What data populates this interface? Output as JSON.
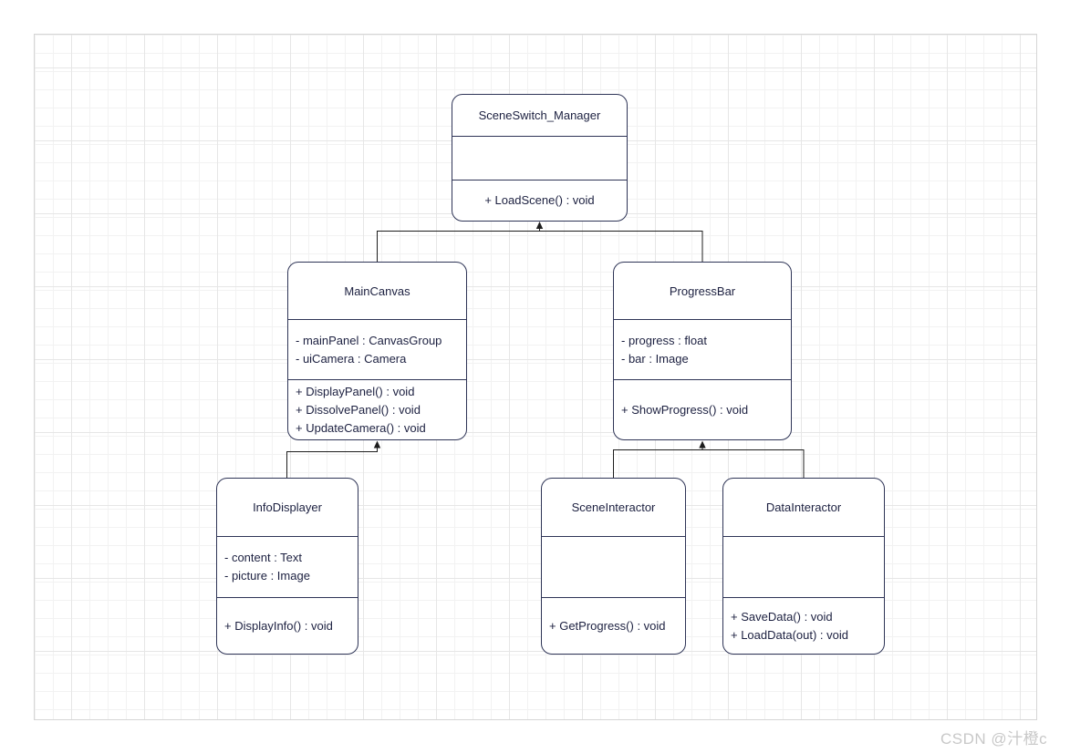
{
  "diagram": {
    "type": "uml-class-diagram",
    "classes": [
      {
        "name": "SceneSwitch_Manager",
        "fields": [],
        "methods": [
          "+ LoadScene() : void"
        ]
      },
      {
        "name": "MainCanvas",
        "fields": [
          "- mainPanel : CanvasGroup",
          "- uiCamera : Camera"
        ],
        "methods": [
          "+ DisplayPanel() : void",
          "+ DissolvePanel() : void",
          "+ UpdateCamera() : void"
        ]
      },
      {
        "name": "ProgressBar",
        "fields": [
          "- progress : float",
          "- bar : Image"
        ],
        "methods": [
          "+ ShowProgress() : void"
        ]
      },
      {
        "name": "InfoDisplayer",
        "fields": [
          "- content : Text",
          "- picture : Image"
        ],
        "methods": [
          "+ DisplayInfo() : void"
        ]
      },
      {
        "name": "SceneInteractor",
        "fields": [],
        "methods": [
          "+ GetProgress() : void"
        ]
      },
      {
        "name": "DataInteractor",
        "fields": [],
        "methods": [
          "+ SaveData() : void",
          "+ LoadData(out) : void"
        ]
      }
    ],
    "relations": [
      {
        "from": "MainCanvas",
        "to": "SceneSwitch_Manager",
        "style": "solid-arrow"
      },
      {
        "from": "ProgressBar",
        "to": "SceneSwitch_Manager",
        "style": "solid-arrow"
      },
      {
        "from": "InfoDisplayer",
        "to": "MainCanvas",
        "style": "solid-arrow"
      },
      {
        "from": "SceneInteractor",
        "to": "ProgressBar",
        "style": "solid-arrow"
      },
      {
        "from": "DataInteractor",
        "to": "ProgressBar",
        "style": "solid-arrow"
      }
    ],
    "colors": {
      "box_stroke": "#2e3456",
      "text": "#1c2040",
      "edge": "#1d1d1d",
      "grid_minor": "#f2f2f2",
      "grid_major": "#e6e6e6",
      "watermark": "#c8c8c8"
    }
  },
  "watermark": {
    "text": "CSDN @汁橙c"
  }
}
